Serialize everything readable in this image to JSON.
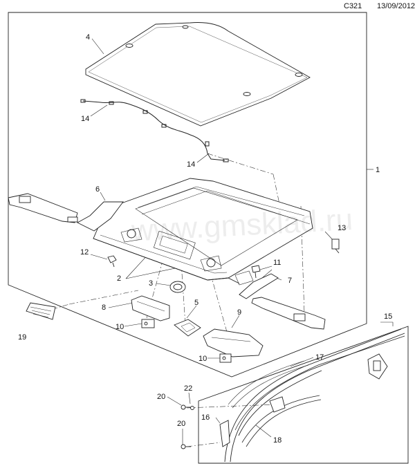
{
  "header": {
    "page_code": "C321",
    "date": "13/09/2012"
  },
  "watermark": "www.gmsklad.ru",
  "callouts": {
    "c1": "1",
    "c2": "2",
    "c3": "3",
    "c4": "4",
    "c5": "5",
    "c6": "6",
    "c7": "7",
    "c8": "8",
    "c9": "9",
    "c10a": "10",
    "c10b": "10",
    "c11": "11",
    "c12": "12",
    "c13": "13",
    "c14a": "14",
    "c14b": "14",
    "c15": "15",
    "c16": "16",
    "c17": "17",
    "c18": "18",
    "c19": "19",
    "c20a": "20",
    "c20b": "20",
    "c22": "22"
  }
}
